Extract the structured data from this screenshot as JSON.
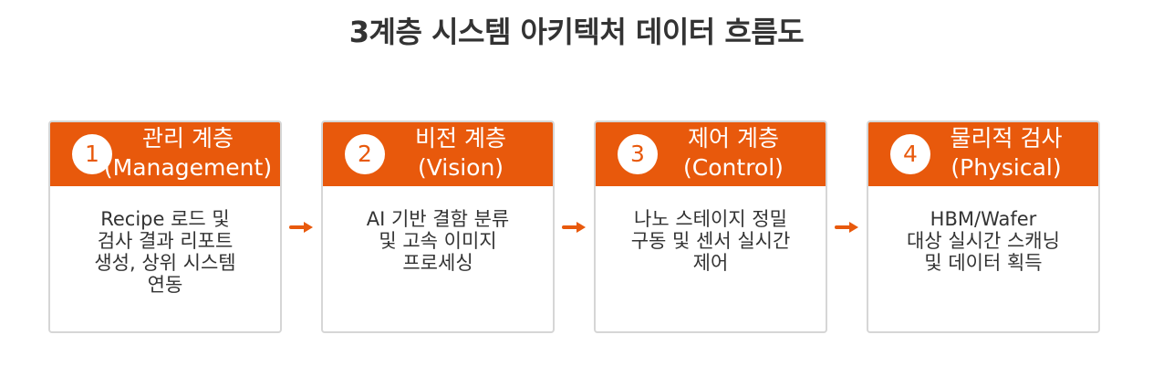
{
  "title": "3계층 시스템 아키텍처 데이터 흐름도",
  "colors": {
    "accent": "#e8590c",
    "text": "#333333",
    "border": "#d6d6d6"
  },
  "layers": [
    {
      "number": "1",
      "name": "관리 계층",
      "subtitle": "(Management)",
      "description": [
        "Recipe 로드 및",
        "검사 결과 리포트",
        "생성, 상위 시스템",
        "연동"
      ]
    },
    {
      "number": "2",
      "name": "비전 계층",
      "subtitle": "(Vision)",
      "description": [
        "AI 기반 결함 분류",
        "및 고속 이미지",
        "프로세싱"
      ]
    },
    {
      "number": "3",
      "name": "제어 계층",
      "subtitle": "(Control)",
      "description": [
        "나노 스테이지 정밀",
        "구동 및 센서 실시간",
        "제어"
      ]
    },
    {
      "number": "4",
      "name": "물리적 검사",
      "subtitle": "(Physical)",
      "description": [
        "HBM/Wafer",
        "대상 실시간 스캐닝",
        "및 데이터 획득"
      ]
    }
  ]
}
